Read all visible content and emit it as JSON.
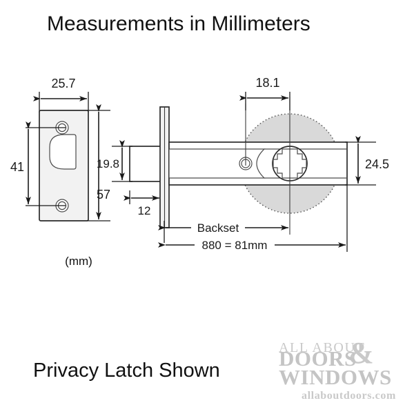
{
  "page": {
    "title": "Measurements in Millimeters",
    "caption": "Privacy Latch Shown",
    "unit_note": "(mm)",
    "background_color": "#ffffff",
    "line_color": "#1a1a1a",
    "shade_color": "#d9d9d9"
  },
  "diagram": {
    "type": "technical-drawing",
    "subject": "door privacy latch / deadlatch",
    "views": [
      {
        "name": "faceplate-front-view",
        "description": "rectangular faceplate with two screw holes and D-shaped latch bolt opening"
      },
      {
        "name": "latch-side-view",
        "description": "side profile of latch body with hub, cross-bore circle and drive-in tailpiece opening"
      }
    ]
  },
  "dimensions": {
    "faceplate_width": "25.7",
    "screw_hole_spacing": "41",
    "faceplate_height": "57",
    "bolt_height": "19.8",
    "bolt_projection": "12",
    "hub_offset": "18.1",
    "latch_body_height": "24.5",
    "backset_label": "Backset",
    "backset_value": "880 = 81mm"
  },
  "watermark": {
    "line1": "ALL ABOUT",
    "amp": "&",
    "line2": "DOORS",
    "line3": "WINDOWS",
    "url": "allaboutdoors.com"
  }
}
